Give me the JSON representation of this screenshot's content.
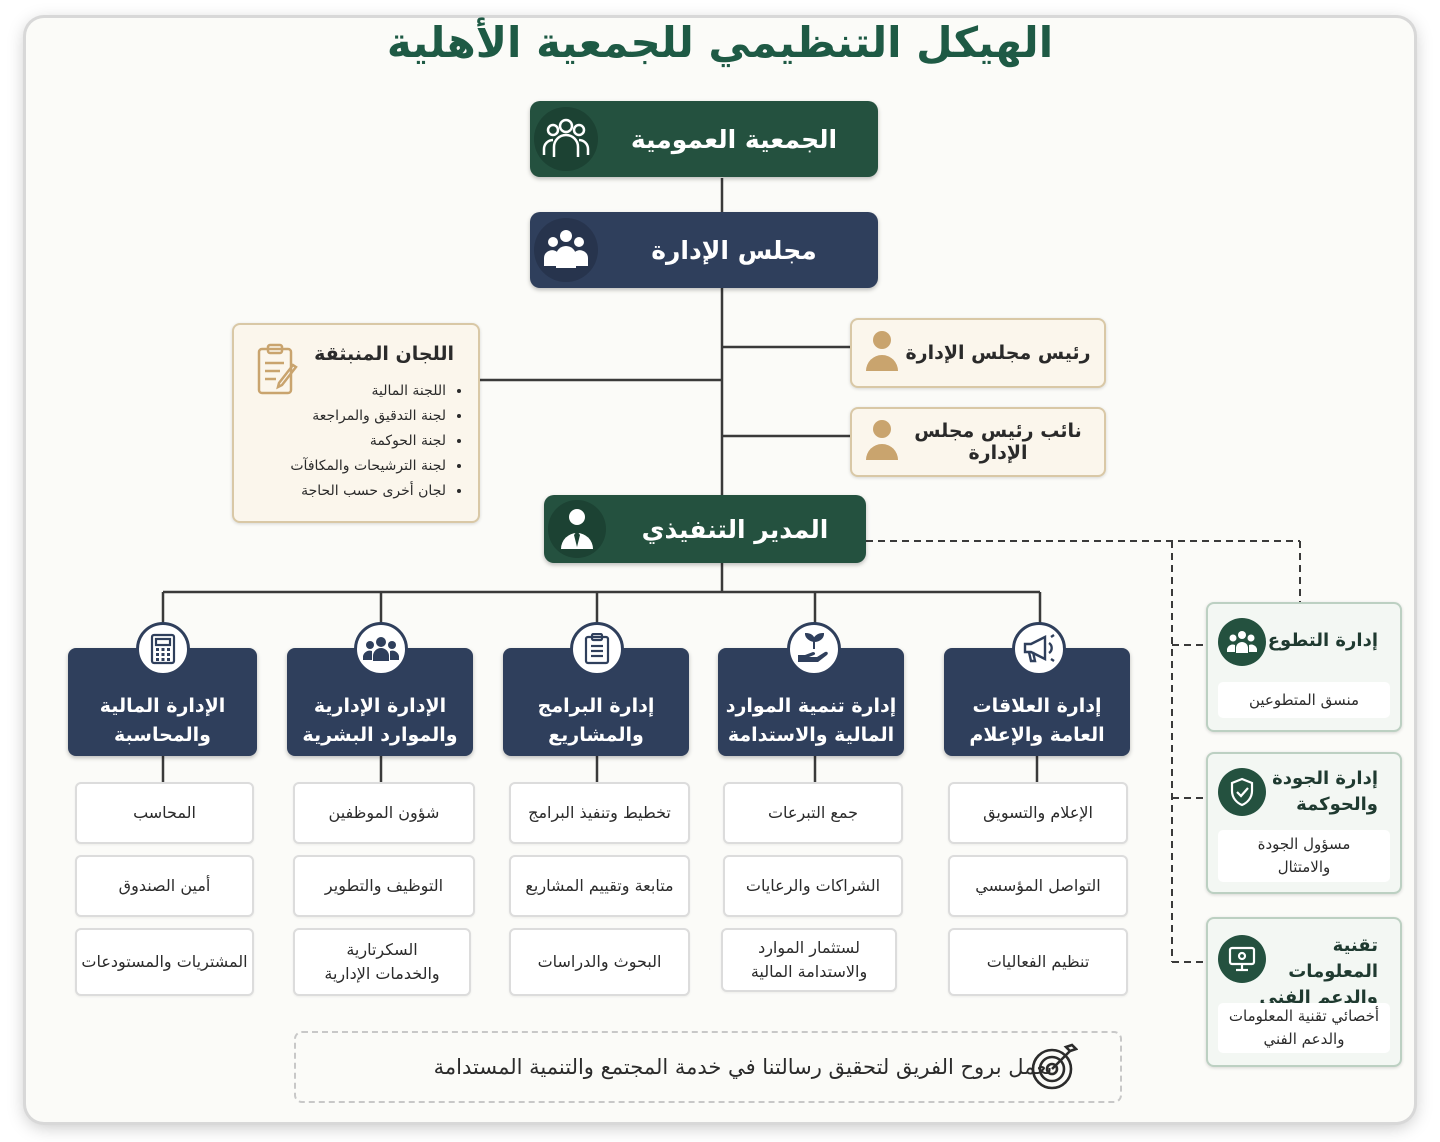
{
  "title": "الهيكل التنظيمي للجمعية الأهلية",
  "general_assembly": {
    "label": "الجمعية العمومية",
    "icon": "group-icon"
  },
  "board": {
    "label": "مجلس الإدارة",
    "icon": "meeting-icon"
  },
  "chairman": {
    "label": "رئيس مجلس الإدارة",
    "icon": "person-icon"
  },
  "vice_chairman": {
    "label": "نائب رئيس مجلس الإدارة",
    "icon": "person-icon"
  },
  "committees": {
    "title": "اللجان المنبثقة",
    "icon": "clipboard-icon",
    "items": [
      "اللجنة المالية",
      "لجنة التدقيق والمراجعة",
      "لجنة الحوكمة",
      "لجنة الترشيحات والمكافآت",
      "لجان أخرى حسب الحاجة"
    ]
  },
  "executive_director": {
    "label": "المدير التنفيذي",
    "icon": "businessman-icon"
  },
  "departments": [
    {
      "name": "الإدارة المالية والمحاسبة",
      "icon": "calculator-icon",
      "units": [
        "المحاسب",
        "أمين الصندوق",
        "المشتريات والمستودعات"
      ]
    },
    {
      "name": "الإدارة الإدارية والموارد البشرية",
      "icon": "team-icon",
      "units": [
        "شؤون الموظفين",
        "التوظيف والتطوير",
        "السكرتارية والخدمات الإدارية"
      ]
    },
    {
      "name": "إدارة البرامج والمشاريع",
      "icon": "clipboard-icon",
      "units": [
        "تخطيط وتنفيذ البرامج",
        "متابعة وتقييم المشاريع",
        "البحوث والدراسات"
      ]
    },
    {
      "name": "إدارة تنمية الموارد المالية والاستدامة",
      "icon": "plant-hand-icon",
      "units": [
        "جمع التبرعات",
        "الشراكات والرعايات",
        "لستثمار الموارد والاستدامة المالية"
      ]
    },
    {
      "name": "إدارة العلاقات العامة والإعلام",
      "icon": "megaphone-icon",
      "units": [
        "الإعلام والتسويق",
        "التواصل المؤسسي",
        "تنظيم الفعاليات"
      ]
    }
  ],
  "side_units": [
    {
      "title": "إدارة التطوع",
      "icon": "volunteers-icon",
      "role": "منسق المتطوعين"
    },
    {
      "title": "إدارة الجودة والحوكمة",
      "icon": "shield-check-icon",
      "role": "مسؤول الجودة والامتثال"
    },
    {
      "title": "تقنية المعلومات والدعم الفني",
      "icon": "monitor-icon",
      "role": "أخصائي تقنية المعلومات والدعم الفني"
    }
  ],
  "footer": {
    "text": "نعمل بروح الفريق لتحقيق رسالتنا في خدمة المجتمع والتنمية المستدامة",
    "icon": "target-icon"
  },
  "colors": {
    "green": "#24513f",
    "navy": "#2f3f5c",
    "beige": "#fbf6ec",
    "gold": "#c9a46e"
  }
}
